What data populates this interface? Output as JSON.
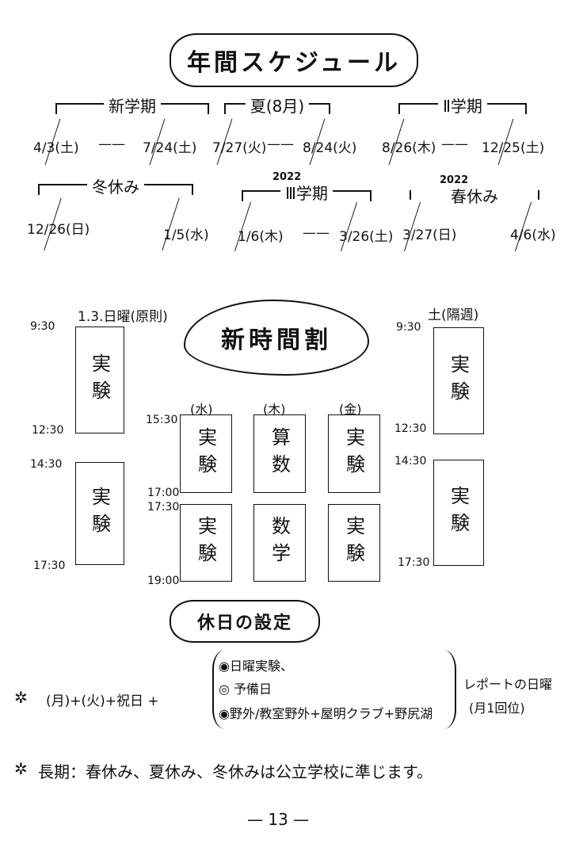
{
  "title": "年間スケジュール",
  "annual": {
    "row1": [
      {
        "label": "新学期",
        "start": "4/3(土)",
        "end": "7/24(土)"
      },
      {
        "label": "夏(8月)",
        "start": "7/27(火)",
        "end": "8/24(火)"
      },
      {
        "label": "Ⅱ学期",
        "start": "8/26(木)",
        "end": "12/25(土)"
      }
    ],
    "row2": [
      {
        "label": "冬休み",
        "start": "12/26(日)",
        "end": "1/5(水)",
        "year": ""
      },
      {
        "label": "Ⅲ学期",
        "start": "1/6(木)",
        "end": "3/26(土)",
        "year": "2022"
      },
      {
        "label": "春休み",
        "start": "3/27(日)",
        "end": "4/6(水)",
        "year": "2022"
      }
    ],
    "dash": "——"
  },
  "timetable": {
    "title": "新時間割",
    "left_header": "1.3.日曜(原則)",
    "right_header": "土(隔週)",
    "left_blocks": [
      {
        "text": "実験",
        "start": "9:30",
        "end": "12:30"
      },
      {
        "text": "実験",
        "start": "14:30",
        "end": "17:30"
      }
    ],
    "right_blocks": [
      {
        "text": "実験",
        "start": "9:30",
        "end": "12:30"
      },
      {
        "text": "実験",
        "start": "14:30",
        "end": "17:30"
      }
    ],
    "weekday_headers": [
      "(水)",
      "(木)",
      "(金)"
    ],
    "weekday_top": [
      "実験",
      "算数",
      "実験"
    ],
    "weekday_bottom": [
      "実験",
      "数学",
      "実験"
    ],
    "weekday_times": [
      "15:30",
      "17:00",
      "17:30",
      "19:00"
    ]
  },
  "holiday": {
    "title": "休日の設定",
    "star": "✲",
    "condition": "(月)+(火)+祝日 +",
    "items": [
      "◉日曜実験、",
      "◎ 予備日",
      "◉野外/教室野外+屋明クラブ+野尻湖"
    ],
    "result": "レポートの日曜",
    "result_sub": "(月1回位)"
  },
  "note": {
    "star": "✲",
    "text": "長期：春休み、夏休み、冬休みは公立学校に準じます。"
  },
  "page_number": "— 13 —"
}
